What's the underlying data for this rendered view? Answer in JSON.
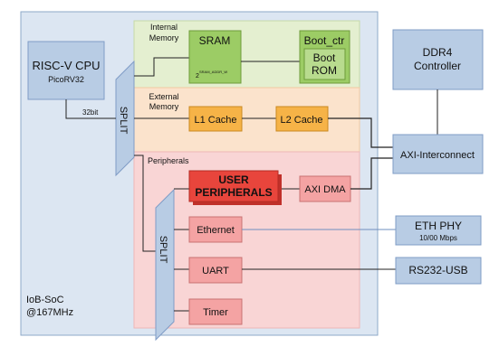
{
  "soc": {
    "name": "IoB-SoC",
    "clock": "@167MHz"
  },
  "cpu": {
    "title": "RISC-V CPU",
    "core": "PicoRV32",
    "bus_width": "32bit"
  },
  "split_top": "SPLIT",
  "split_periph": "SPLIT",
  "internal_memory": {
    "label_line1": "Internal",
    "label_line2": "Memory",
    "sram": "SRAM",
    "sram_size_base": "2",
    "sram_size_exp": "SRAM_ADDR_W",
    "boot_ctr": "Boot_ctr",
    "boot_rom_line1": "Boot",
    "boot_rom_line2": "ROM"
  },
  "external_memory": {
    "label_line1": "External",
    "label_line2": "Memory",
    "l1": "L1 Cache",
    "l2": "L2 Cache"
  },
  "peripherals": {
    "label": "Peripherals",
    "user_line1": "USER",
    "user_line2": "PERIPHERALS",
    "axi_dma": "AXI DMA",
    "ethernet": "Ethernet",
    "uart": "UART",
    "timer": "Timer"
  },
  "external": {
    "ddr4_line1": "DDR4",
    "ddr4_line2": "Controller",
    "axi_interconnect": "AXI-Interconnect",
    "eth_phy": "ETH PHY",
    "eth_phy_speed": "10/00 Mbps",
    "rs232": "RS232-USB"
  },
  "colors": {
    "blue_fill": "#b8cce4",
    "blue_stroke": "#7f9cc6",
    "soc_fill": "#dce6f2",
    "green_region": "#e4efd0",
    "green_box": "#9ccc65",
    "orange_region": "#fbe3cc",
    "orange_box": "#f6b347",
    "pink_region": "#f9d5d5",
    "pink_box": "#f4a3a3",
    "red_box": "#e8453c"
  }
}
